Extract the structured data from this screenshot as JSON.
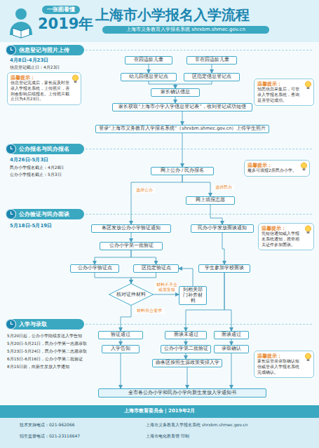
{
  "diagram": {
    "title": "上海市小学报名入学流程",
    "nodes": [
      {
        "text": [
          "信息登记与照片上传"
        ]
      },
      {
        "text": [
          "在园适龄儿童"
        ]
      },
      {
        "text": [
          "非在园适龄儿童"
        ]
      },
      {
        "text": [
          "幼儿园信息登记点"
        ]
      },
      {
        "text": [
          "区指定信息登记点"
        ]
      },
      {
        "text": [
          "家长确认信息"
        ]
      },
      {
        "text": [
          "家长获取“上海市小学入学信息登记表”，收到登记成功短信"
        ]
      },
      {
        "text": [
          "登录“上海市义务教育入学报名系统”（shrxbm.shmec.gov.cn）上传学生照片"
        ]
      },
      {
        "text": [
          "温馨提示：",
          "信息登记完成后，家长应及时登录入学报名系统，上传照片，否则会影响后续报名。上传照片截止日为4月23日。"
        ]
      },
      {
        "text": [
          "温馨提示：",
          "知悉信息采集后，可登录入学报名系统，查询是否登记成功。"
        ]
      },
      {
        "text": [
          "公办报名与民办报名"
        ]
      },
      {
        "text": [
          "网上公办 / 民办报名"
        ]
      },
      {
        "text": [
          "温馨提示：",
          "最多可填报2所民办小学。"
        ]
      },
      {
        "text": [
          "网上填报志愿"
        ]
      },
      {
        "text": [
          "公办验证与民办面谈"
        ]
      },
      {
        "text": [
          "各区发放公办小学验证通知"
        ]
      },
      {
        "text": [
          "民办小学发放面谈通知"
        ]
      },
      {
        "text": [
          "温馨提示：",
          "凭短信通知或入学报名系统通知，携带相关证件参加面谈。"
        ]
      },
      {
        "text": [
          "公办小学第一批验证"
        ]
      },
      {
        "text": [
          "公办小学验证点"
        ]
      },
      {
        "text": [
          "区指定验证点"
        ]
      },
      {
        "text": [
          "学生参加学校面谈"
        ]
      },
      {
        "text": [
          "核对证件材料"
        ]
      },
      {
        "text": [
          "到相关部门补齐材料"
        ]
      },
      {
        "text": [
          "入学与录取"
        ]
      },
      {
        "text": [
          "验证通过"
        ]
      },
      {
        "text": [
          "面谈未通过"
        ]
      },
      {
        "text": [
          "面谈通过"
        ]
      },
      {
        "text": [
          "入学告知"
        ]
      },
      {
        "text": [
          "公办小学第二批验证"
        ]
      },
      {
        "text": [
          "录取确认"
        ]
      },
      {
        "text": [
          "由各区按照生源政策安排入学"
        ]
      },
      {
        "text": [
          "温馨提示：",
          "家长应登录录取确认短信或登录入学报名系统完成确认。"
        ]
      },
      {
        "text": [
          "全市各公办小学和民办小学向新生发放入学通知书"
        ]
      }
    ],
    "edges": [
      {
        "from": 1,
        "to": 3,
        "arrow": "to"
      },
      {
        "from": 2,
        "to": 4,
        "arrow": "to"
      },
      {
        "from": 3,
        "to": 5,
        "arrow": "to"
      },
      {
        "from": 4,
        "to": 5,
        "arrow": "to"
      },
      {
        "from": 5,
        "to": 6,
        "arrow": "to"
      },
      {
        "from": 6,
        "to": 7,
        "arrow": "to"
      },
      {
        "from": 7,
        "to": 11,
        "arrow": "to"
      },
      {
        "from": 11,
        "to": 15,
        "label": "选择公办",
        "arrow": "to"
      },
      {
        "from": 11,
        "to": 13,
        "label": "选择民办",
        "arrow": "to"
      },
      {
        "from": 13,
        "to": 16,
        "arrow": "to"
      },
      {
        "from": 15,
        "to": 18,
        "arrow": "to"
      },
      {
        "from": 18,
        "to": 19,
        "arrow": "to"
      },
      {
        "from": 18,
        "to": 20,
        "arrow": "to"
      },
      {
        "from": 19,
        "to": 22,
        "arrow": "to"
      },
      {
        "from": 20,
        "to": 22,
        "arrow": "to"
      },
      {
        "from": 22,
        "to": 23,
        "label": "材料不齐全或需复核",
        "arrow": "to"
      },
      {
        "from": 23,
        "to": 20,
        "arrow": "to"
      },
      {
        "from": 22,
        "to": 25,
        "label": "材料符合要求",
        "arrow": "to"
      },
      {
        "from": 25,
        "to": 28,
        "arrow": "to"
      },
      {
        "from": 28,
        "to": 33,
        "arrow": "to"
      },
      {
        "from": 16,
        "to": 21,
        "arrow": "to"
      },
      {
        "from": 21,
        "to": 26,
        "arrow": "to"
      },
      {
        "from": 21,
        "to": 27,
        "arrow": "to"
      },
      {
        "from": 26,
        "to": 29,
        "arrow": "to"
      },
      {
        "from": 29,
        "to": 31,
        "arrow": "to"
      },
      {
        "from": 27,
        "to": 30,
        "arrow": "to"
      },
      {
        "from": 31,
        "to": 33,
        "arrow": "to"
      },
      {
        "from": 30,
        "to": 33,
        "arrow": "to"
      }
    ],
    "labels": [
      "一张图看懂",
      "2019年",
      "上海市义务教育入学报名系统 shrxbm.shmec.gov.cn",
      "4月8日-4月23日",
      "信息登记截止日：4月23日",
      "4月26日-5月3日",
      "民办小学报名截止：4月28日",
      "公办小学报名截止：5月3日",
      "5月18日-5月19日",
      "5月20日起，公办小学陆续发送入学告知",
      "5月20日-5月21日，民办小学第一志愿录取",
      "5月23日-5月24日，民办小学第二志愿录取",
      "6月15日-6月16日，公办小学第二批验证",
      "8月15日前，向新生发放入学通知",
      "上海市教育委员会 | 2019年2月",
      "技术支持电话：021-962066",
      "上海市义务教育入学报名系统 shrxbm.shmec.gov.cn",
      "招生监督电话：021-23116647",
      "上海市电化教育馆 印制"
    ]
  }
}
